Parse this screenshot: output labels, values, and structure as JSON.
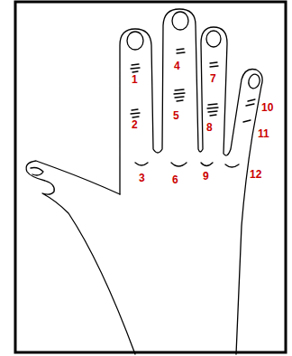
{
  "diagram": {
    "labels": [
      "1",
      "2",
      "3",
      "4",
      "5",
      "6",
      "7",
      "8",
      "9",
      "10",
      "11",
      "12"
    ]
  }
}
